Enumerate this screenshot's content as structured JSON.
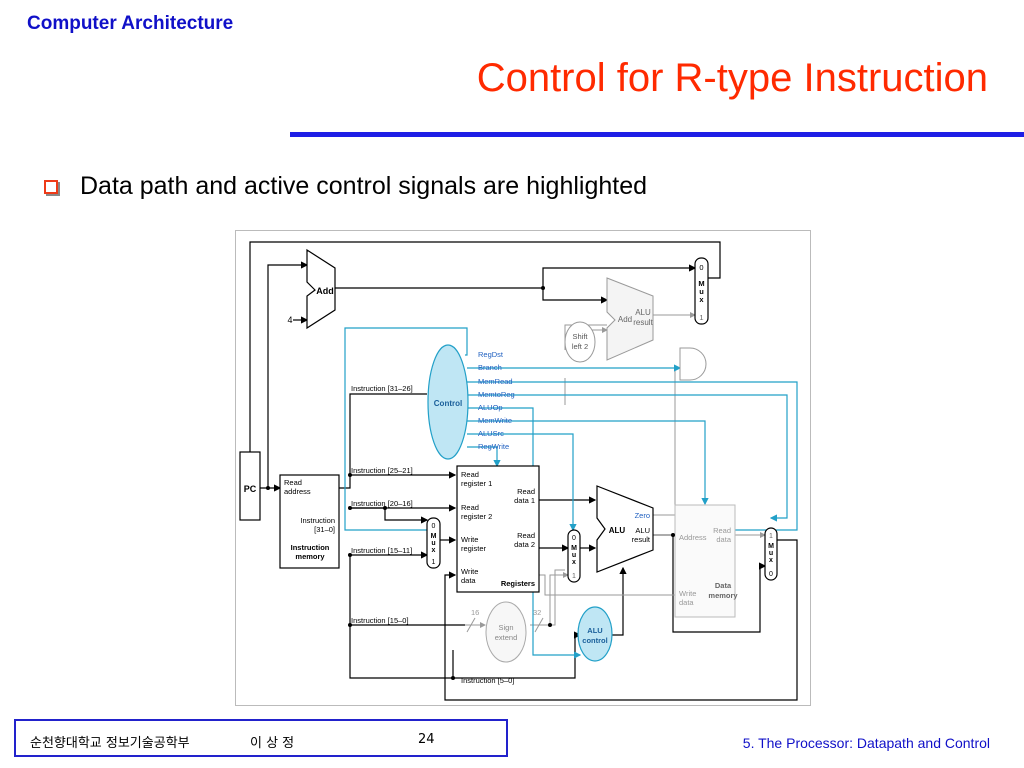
{
  "header": {
    "course": "Computer Architecture",
    "title": "Control for R-type Instruction"
  },
  "bullets": [
    "Data path and active control signals are highlighted"
  ],
  "diagram": {
    "blocks": {
      "pc": "PC",
      "add": "Add",
      "four": "4",
      "add2": "Add",
      "alu_result_top": [
        "ALU",
        "result"
      ],
      "shift": [
        "Shift",
        "left 2"
      ],
      "control": "Control",
      "imem": [
        "Read",
        "address",
        "Instruction",
        "[31–0]",
        "Instruction",
        "memory"
      ],
      "regs": [
        "Read",
        "register 1",
        "Read",
        "register 2",
        "Write",
        "register",
        "Write",
        "data",
        "Read",
        "data 1",
        "Read",
        "data 2",
        "Registers"
      ],
      "alu": "ALU",
      "zero": "Zero",
      "alu_result": [
        "ALU",
        "result"
      ],
      "dmem": [
        "Address",
        "Read",
        "data",
        "Write",
        "data",
        "Data",
        "memory"
      ],
      "sign": [
        "Sign",
        "extend"
      ],
      "alu_control": [
        "ALU",
        "control"
      ],
      "bits16": "16",
      "bits32": "32"
    },
    "mux_labels": {
      "top": [
        "0",
        "M",
        "u",
        "x",
        "1"
      ],
      "regdst": [
        "0",
        "M",
        "u",
        "x",
        "1"
      ],
      "alusrc": [
        "0",
        "M",
        "u",
        "x",
        "1"
      ],
      "memtoreg": [
        "1",
        "M",
        "u",
        "x",
        "0"
      ]
    },
    "signals": [
      "RegDst",
      "Branch",
      "MemRead",
      "MemtoReg",
      "ALUOp",
      "MemWrite",
      "ALUSrc",
      "RegWrite"
    ],
    "fields": {
      "op": "Instruction [31–26]",
      "rs": "Instruction [25–21]",
      "rt": "Instruction [20–16]",
      "rd": "Instruction [15–11]",
      "imm": "Instruction [15–0]",
      "funct": "Instruction [5–0]"
    },
    "colors": {
      "active": "#22a0c8",
      "inactive": "#9a9a9a",
      "wire": "#000000",
      "control_fill": "#bfe6f4"
    }
  },
  "footer": {
    "dept": "순천향대학교 정보기술공학부",
    "author": "이 상 정",
    "page": "24",
    "chapter": "5. The Processor: Datapath and Control"
  }
}
